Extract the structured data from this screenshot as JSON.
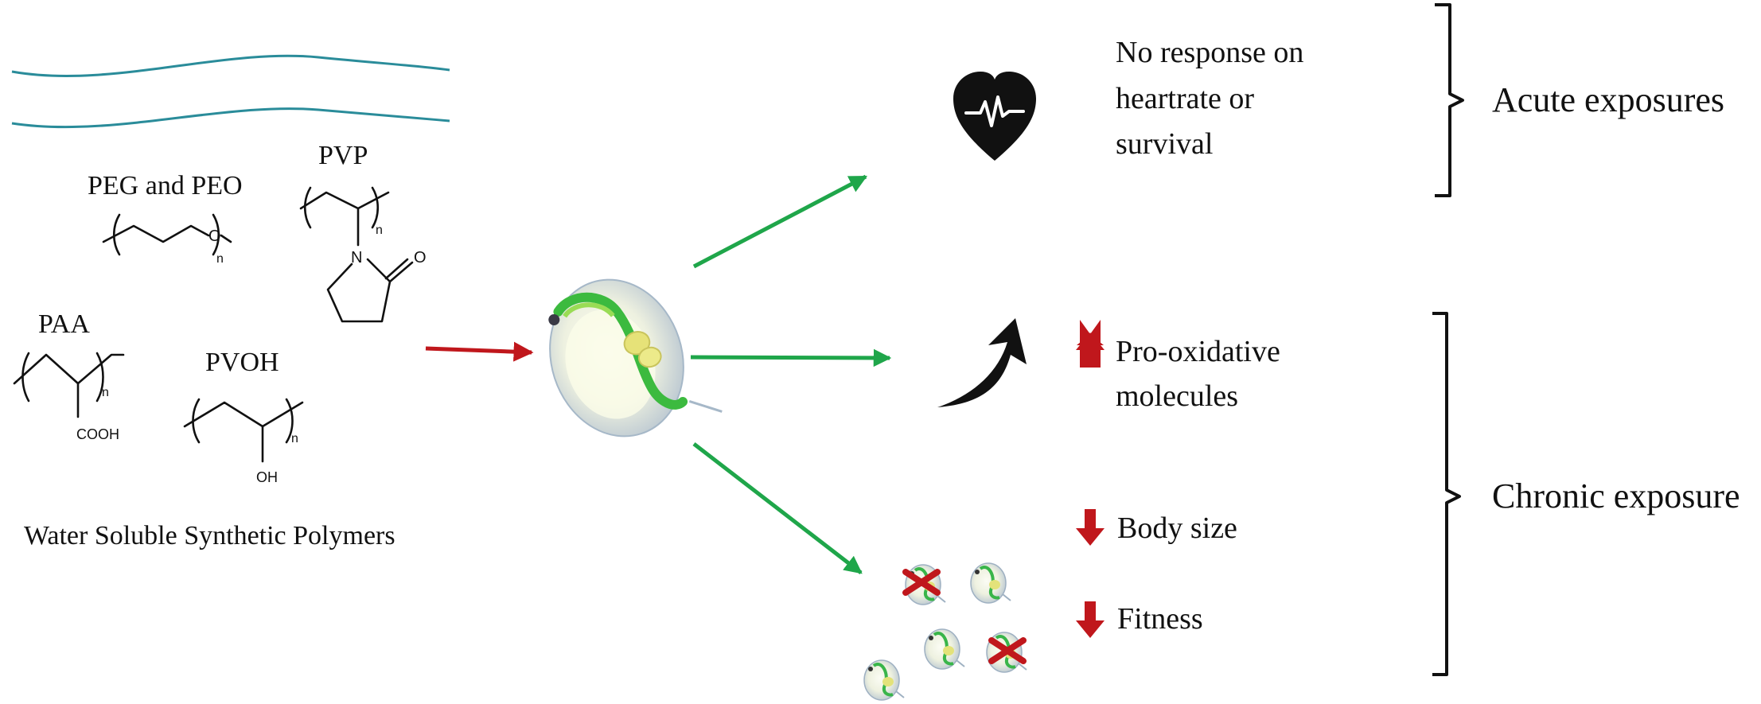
{
  "polymers": {
    "peg_label": "PEG and PEO",
    "pvp_label": "PVP",
    "paa_label": "PAA",
    "pvoh_label": "PVOH",
    "caption": "Water Soluble Synthetic Polymers",
    "subscript_n": "n",
    "atom_o": "O",
    "atom_n": "N",
    "cooh": "COOH",
    "oh": "OH"
  },
  "outcomes": {
    "acute_line1": "No response on",
    "acute_line2": "heartrate or",
    "acute_line3": "survival",
    "oxidative_line1": "Pro-oxidative",
    "oxidative_line2": "molecules",
    "body_size": "Body size",
    "fitness": "Fitness"
  },
  "groups": {
    "acute": "Acute exposures",
    "chronic": "Chronic exposure"
  },
  "colors": {
    "water_wave": "#2a8c9a",
    "input_arrow": "#c0171c",
    "effect_arrow": "#1fa64a",
    "up_down_arrow": "#c0171c",
    "cross_mark": "#c0171c",
    "heart": "#111111"
  },
  "icons": [
    "heart-pulse-icon",
    "curved-up-arrow-icon",
    "daphnia-icon",
    "cross-icon"
  ]
}
